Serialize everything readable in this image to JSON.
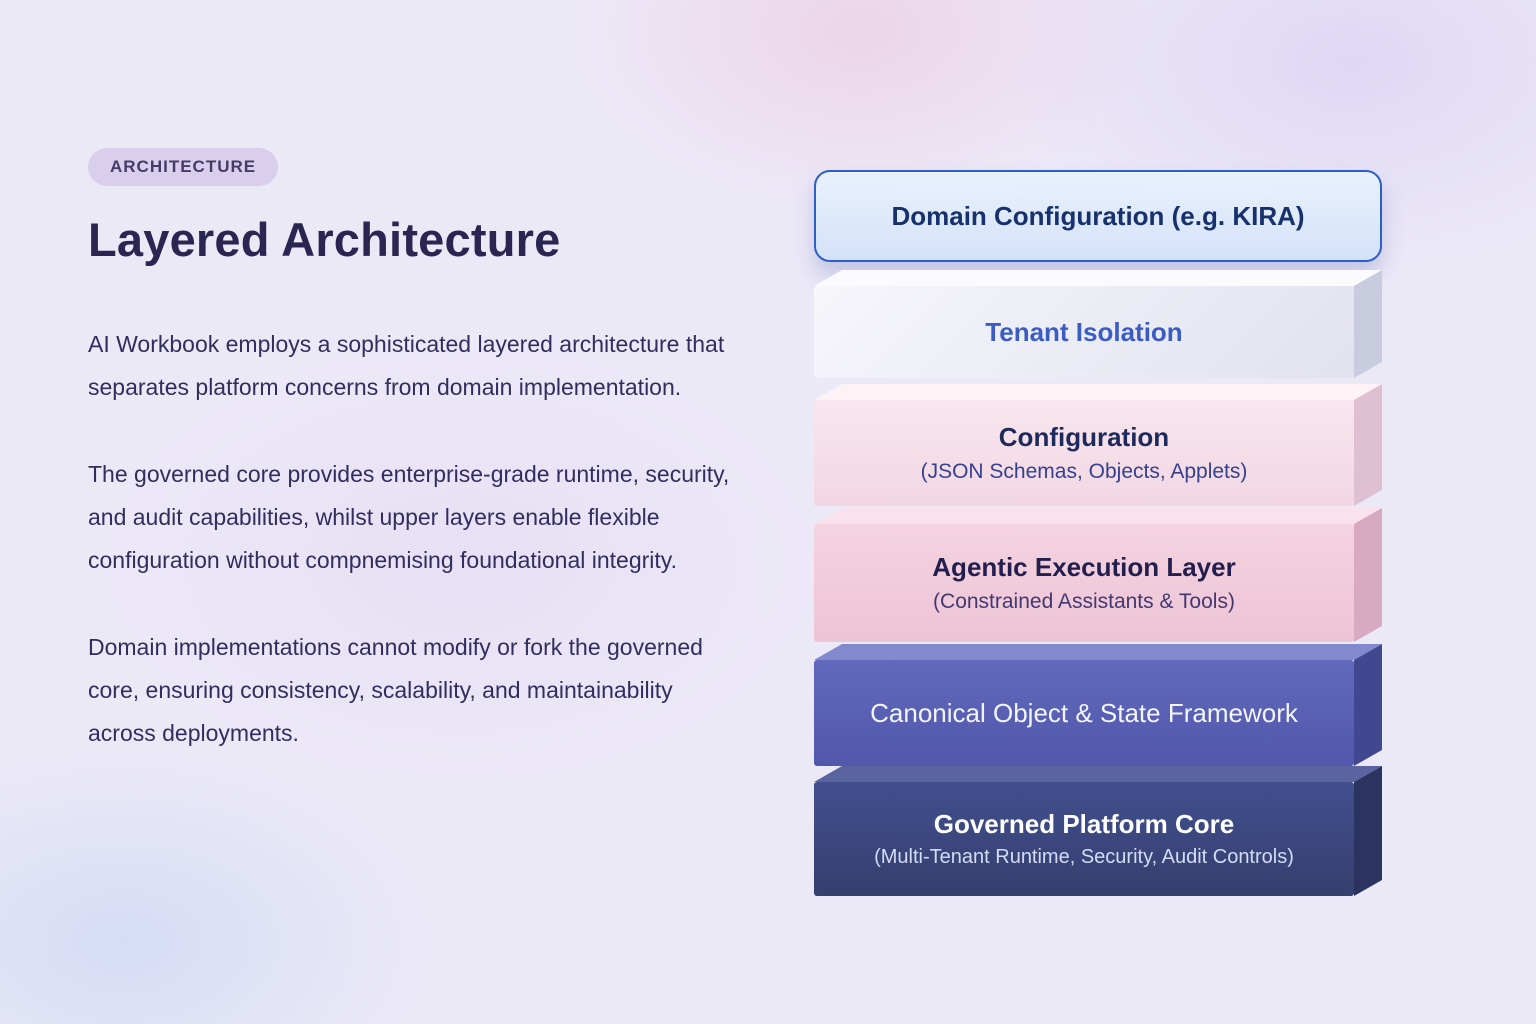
{
  "page": {
    "badge": "ARCHITECTURE",
    "title": "Layered Architecture",
    "paragraphs": [
      "AI Workbook employs a sophisticated layered architecture that separates platform concerns from domain implementation.",
      "The governed core provides enterprise-grade runtime, security, and audit capabilities, whilst upper layers enable flexible configuration without compnemising foundational integrity.",
      "Domain implementations cannot modify or fork the governed core, ensuring consistency, scalability, and maintainability across deployments."
    ]
  },
  "diagram": {
    "layers": [
      {
        "title": "Domain Configuration (e.g. KIRA)",
        "subtitle": ""
      },
      {
        "title": "Tenant Isolation",
        "subtitle": ""
      },
      {
        "title": "Configuration",
        "subtitle": "(JSON Schemas, Objects, Applets)"
      },
      {
        "title": "Agentic Execution Layer",
        "subtitle": "(Constrained Assistants & Tools)"
      },
      {
        "title": "Canonical Object & State Framework",
        "subtitle": ""
      },
      {
        "title": "Governed Platform Core",
        "subtitle": "(Multi-Tenant Runtime, Security, Audit Controls)"
      }
    ],
    "colors": {
      "background": "#ece9f7",
      "heading": "#2a2551",
      "body_text": "#312e5e",
      "badge_fill": "#d9cfec",
      "layer1_border": "#2d5fc8",
      "layer1_fill": "#dbe8fa",
      "layer2_fill": "#ededf4",
      "layer2_text": "#3b5cc4",
      "layer3_fill": "#f6dfe9",
      "layer4_fill": "#f1cddc",
      "layer5_fill": "#5a61b4",
      "layer6_fill": "#3b477e",
      "dark_text": "#20275c",
      "light_text": "#ffffff"
    }
  }
}
